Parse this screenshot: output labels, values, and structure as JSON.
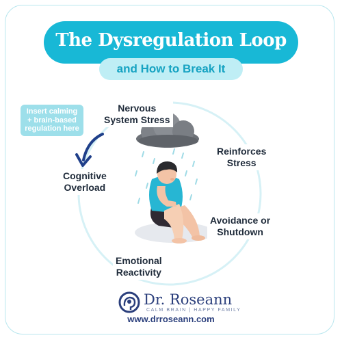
{
  "header": {
    "title": "The Dysregulation Loop",
    "subtitle": "and How to Break It"
  },
  "loop": {
    "nodes": [
      {
        "id": "nervous-system-stress",
        "lines": [
          "Nervous",
          "System Stress"
        ]
      },
      {
        "id": "reinforces-stress",
        "lines": [
          "Reinforces",
          "Stress"
        ]
      },
      {
        "id": "avoidance-or-shutdown",
        "lines": [
          "Avoidance or",
          "Shutdown"
        ]
      },
      {
        "id": "emotional-reactivity",
        "lines": [
          "Emotional",
          "Reactivity"
        ]
      },
      {
        "id": "cognitive-overload",
        "lines": [
          "Cognitive",
          "Overload"
        ]
      }
    ],
    "callout": {
      "lines": [
        "Insert calming",
        "+ brain-based",
        "regulation here"
      ]
    }
  },
  "illustration": {
    "icons": [
      "rain-cloud-icon",
      "stressed-child-icon",
      "curved-arrow-icon"
    ]
  },
  "brand": {
    "name": "Dr. Roseann",
    "tagline": "CALM BRAIN | HAPPY FAMILY",
    "url": "www.drroseann.com",
    "logo_icon": "brain-logo-icon"
  },
  "colors": {
    "accent": "#18b8d6",
    "accent_light": "#bfeef5",
    "callout": "#9ddfea",
    "loop_line": "#d6f1f6",
    "text_dark": "#1f2b3a",
    "brand_navy": "#2b3f7c",
    "arrow": "#1f3f8a"
  }
}
